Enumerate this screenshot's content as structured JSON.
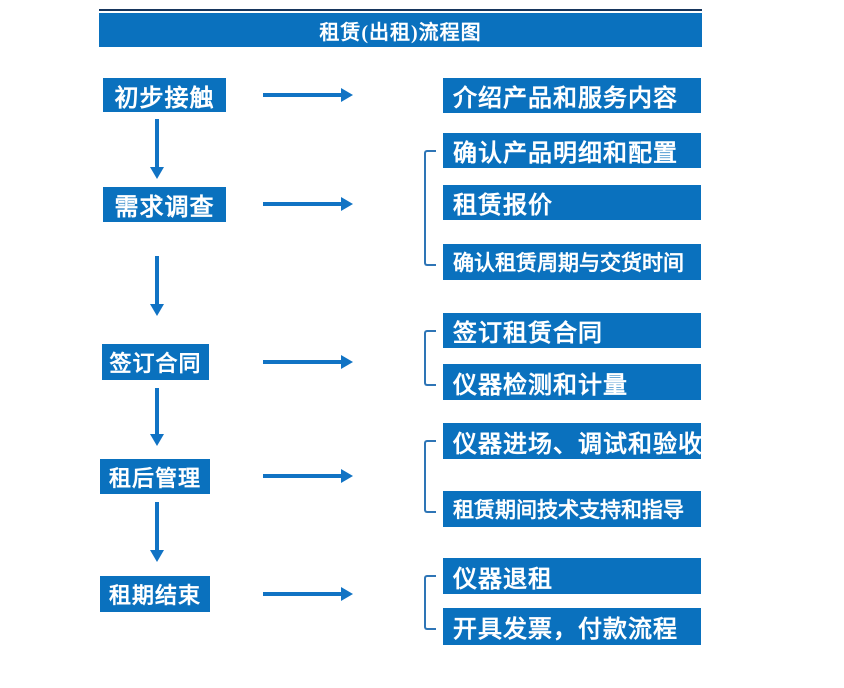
{
  "title": "租赁(出租)流程图",
  "colors": {
    "box_blue": "#0A71BE",
    "arrow_blue": "#1173C4",
    "bracket_blue": "#2E75B6",
    "title_top_line": "#17365D",
    "text": "#FFFFFF",
    "background": "#FFFFFF"
  },
  "icons": {
    "right_arrow": "arrow-right-icon",
    "down_arrow": "arrow-down-icon",
    "group_bracket": "bracket-icon"
  },
  "stages": [
    {
      "label": "初步接触",
      "details": [
        "介绍产品和服务内容"
      ]
    },
    {
      "label": "需求调查",
      "details": [
        "确认产品明细和配置",
        "租赁报价",
        "确认租赁周期与交货时间"
      ]
    },
    {
      "label": "签订合同",
      "details": [
        "签订租赁合同",
        "仪器检测和计量"
      ]
    },
    {
      "label": "租后管理",
      "details": [
        "仪器进场、调试和验收",
        "租赁期间技术支持和指导"
      ]
    },
    {
      "label": "租期结束",
      "details": [
        "仪器退租",
        "开具发票，付款流程"
      ]
    }
  ]
}
